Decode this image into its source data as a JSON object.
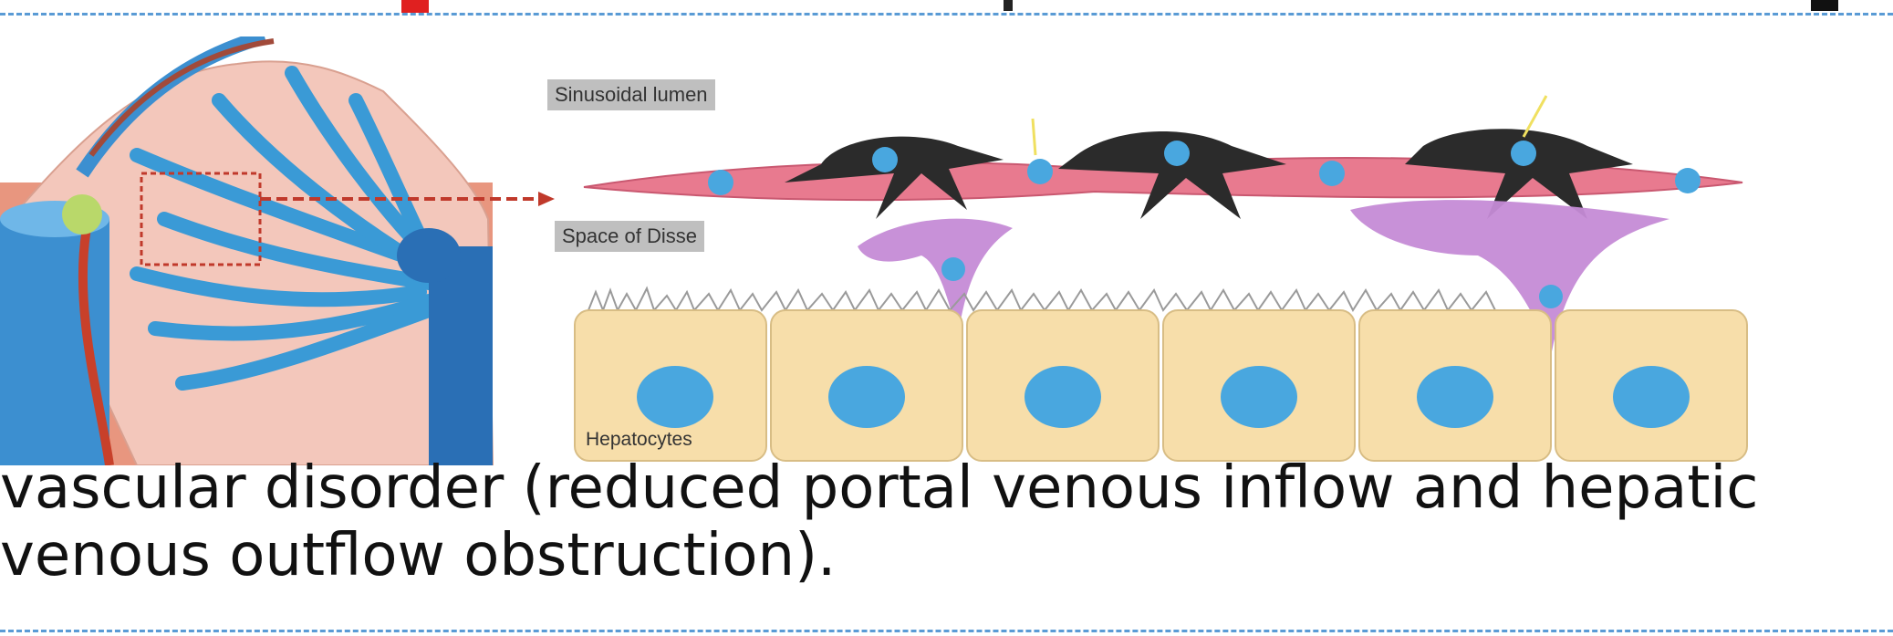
{
  "labels": {
    "sinusoidal_lumen": "Sinusoidal lumen",
    "space_of_disse": "Space of Disse",
    "hepatocytes": "Hepatocytes"
  },
  "caption": {
    "line1": "vascular disorder (reduced portal venous inflow and hepatic",
    "line2": "venous outflow obstruction)."
  },
  "colors": {
    "divider": "#5a9bd5",
    "sinusoid": "#4aa8e0",
    "hepatocyte": "#f7deaa",
    "endothelial": "#e87a8f",
    "stellate": "#2b2b2b",
    "kupffer": "#c58bd6"
  }
}
